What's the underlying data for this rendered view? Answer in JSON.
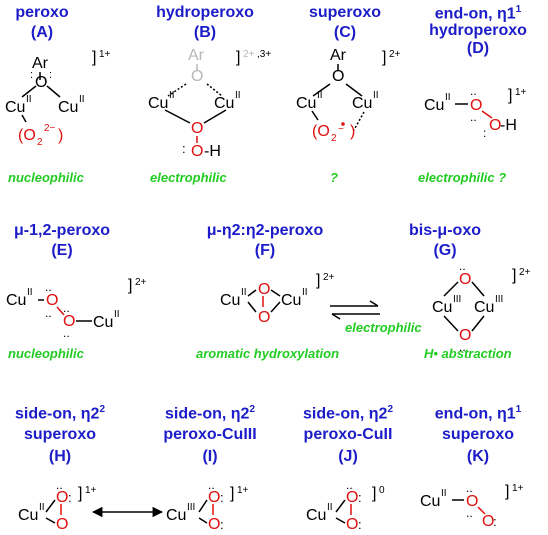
{
  "colors": {
    "title": "#1c1cc8",
    "note": "#22cc22",
    "oxygen": "#e01010",
    "bond": "#000000",
    "faded": "#b8b8b8"
  },
  "species": [
    {
      "id": "A",
      "title": "peroxo",
      "label": "(A)",
      "charge": "1+",
      "ligand": "(O2 2−)",
      "note": "nucleophilic"
    },
    {
      "id": "B",
      "title": "hydroperoxo",
      "label": "(B)",
      "charge": "2+,3+",
      "note": "electrophilic"
    },
    {
      "id": "C",
      "title": "superoxo",
      "label": "(C)",
      "charge": "2+",
      "note": "?"
    },
    {
      "id": "D",
      "title_line1": "end-on, η1",
      "title_line2": "hydroperoxo",
      "label": "(D)",
      "charge": "1+",
      "note": "electrophilic ?"
    },
    {
      "id": "E",
      "title": "μ-1,2-peroxo",
      "label": "(E)",
      "charge": "2+",
      "note": "nucleophilic"
    },
    {
      "id": "F",
      "title": "μ-η2:η2-peroxo",
      "label": "(F)",
      "charge": "2+",
      "note": "aromatic hydroxylation"
    },
    {
      "id": "G",
      "title": "bis-μ-oxo",
      "label": "(G)",
      "charge": "2+",
      "note": "H• abstraction"
    },
    {
      "id": "H",
      "title_line1": "side-on, η2",
      "title_line2": "superoxo",
      "label": "(H)",
      "charge": "1+"
    },
    {
      "id": "I",
      "title_line1": "side-on, η2",
      "title_line2": "peroxo-CuIII",
      "label": "(I)",
      "charge": "1+"
    },
    {
      "id": "J",
      "title_line1": "side-on, η2",
      "title_line2": "peroxo-CuII",
      "label": "(J)",
      "charge": "0"
    },
    {
      "id": "K",
      "title_line1": "end-on, η1",
      "title_line2": "superoxo",
      "label": "(K)",
      "charge": "1+"
    }
  ],
  "equilibrium_label": "electrophilic"
}
